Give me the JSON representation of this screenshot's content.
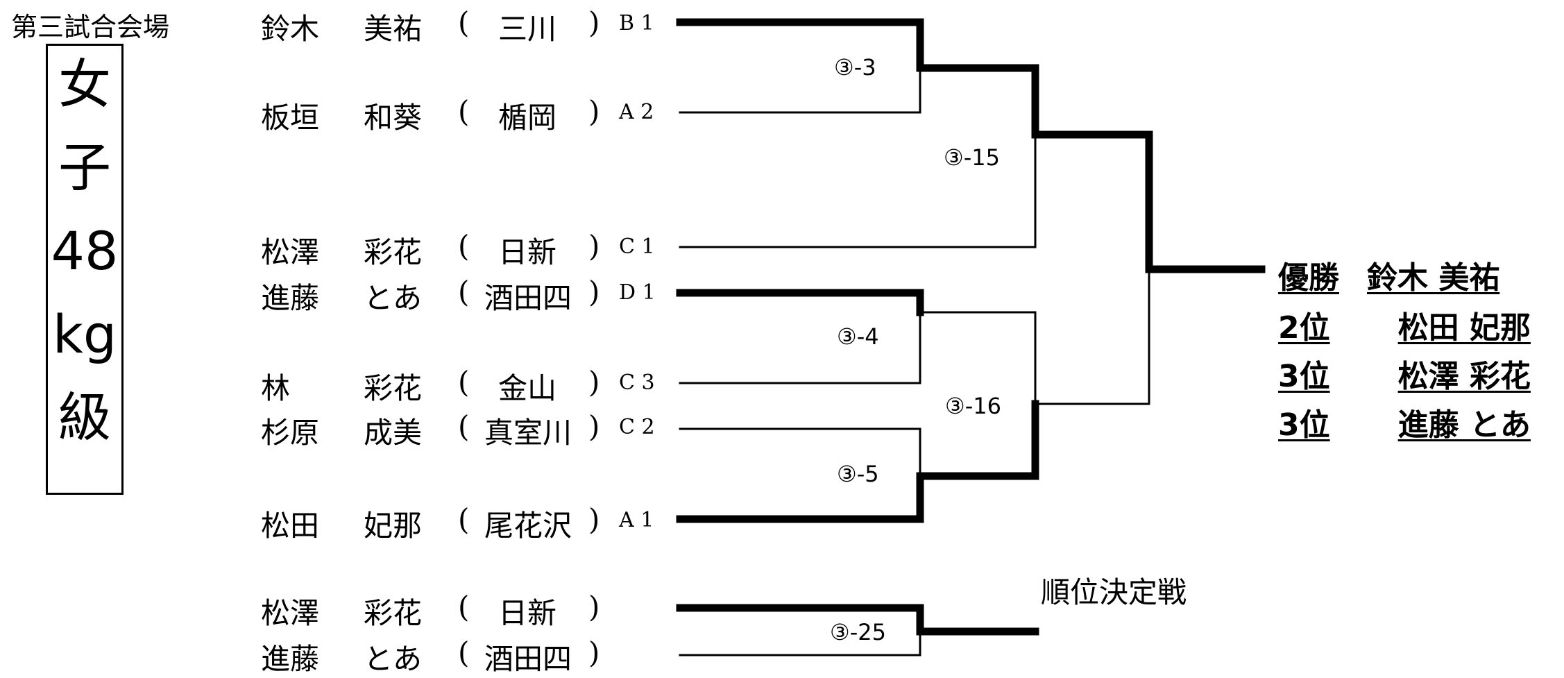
{
  "venue": "第三試合会場",
  "category": [
    "女",
    "子",
    "48",
    "kg",
    "級"
  ],
  "entries": [
    {
      "surname": "鈴木",
      "given": "美祐",
      "open": "(",
      "school": "三川",
      "close": ")",
      "seed": "B 1"
    },
    {
      "surname": "板垣",
      "given": "和葵",
      "open": "(",
      "school": "楯岡",
      "close": ")",
      "seed": "A 2"
    },
    {
      "surname": "松澤",
      "given": "彩花",
      "open": "(",
      "school": "日新",
      "close": ")",
      "seed": "C 1"
    },
    {
      "surname": "進藤",
      "given": "とあ",
      "open": "(",
      "school": "酒田四",
      "close": ")",
      "seed": "D 1"
    },
    {
      "surname": "林",
      "given": "彩花",
      "open": "(",
      "school": "金山",
      "close": ")",
      "seed": "C 3"
    },
    {
      "surname": "杉原",
      "given": "成美",
      "open": "(",
      "school": "真室川",
      "close": ")",
      "seed": "C 2"
    },
    {
      "surname": "松田",
      "given": "妃那",
      "open": "(",
      "school": "尾花沢",
      "close": ")",
      "seed": "A 1"
    }
  ],
  "playoff_entries": [
    {
      "surname": "松澤",
      "given": "彩花",
      "open": "(",
      "school": "日新",
      "close": ")"
    },
    {
      "surname": "進藤",
      "given": "とあ",
      "open": "(",
      "school": "酒田四",
      "close": ")"
    }
  ],
  "matches": {
    "m3": "③-3",
    "m15": "③-15",
    "m4": "③-4",
    "m16": "③-16",
    "m5": "③-5",
    "m25": "③-25"
  },
  "playoff_title": "順位決定戦",
  "results": [
    {
      "rank": "優勝",
      "name": "鈴木 美祐"
    },
    {
      "rank": "2位",
      "name": "松田 妃那"
    },
    {
      "rank": "3位",
      "name": "松澤 彩花"
    },
    {
      "rank": "3位",
      "name": "進藤 とあ"
    }
  ]
}
